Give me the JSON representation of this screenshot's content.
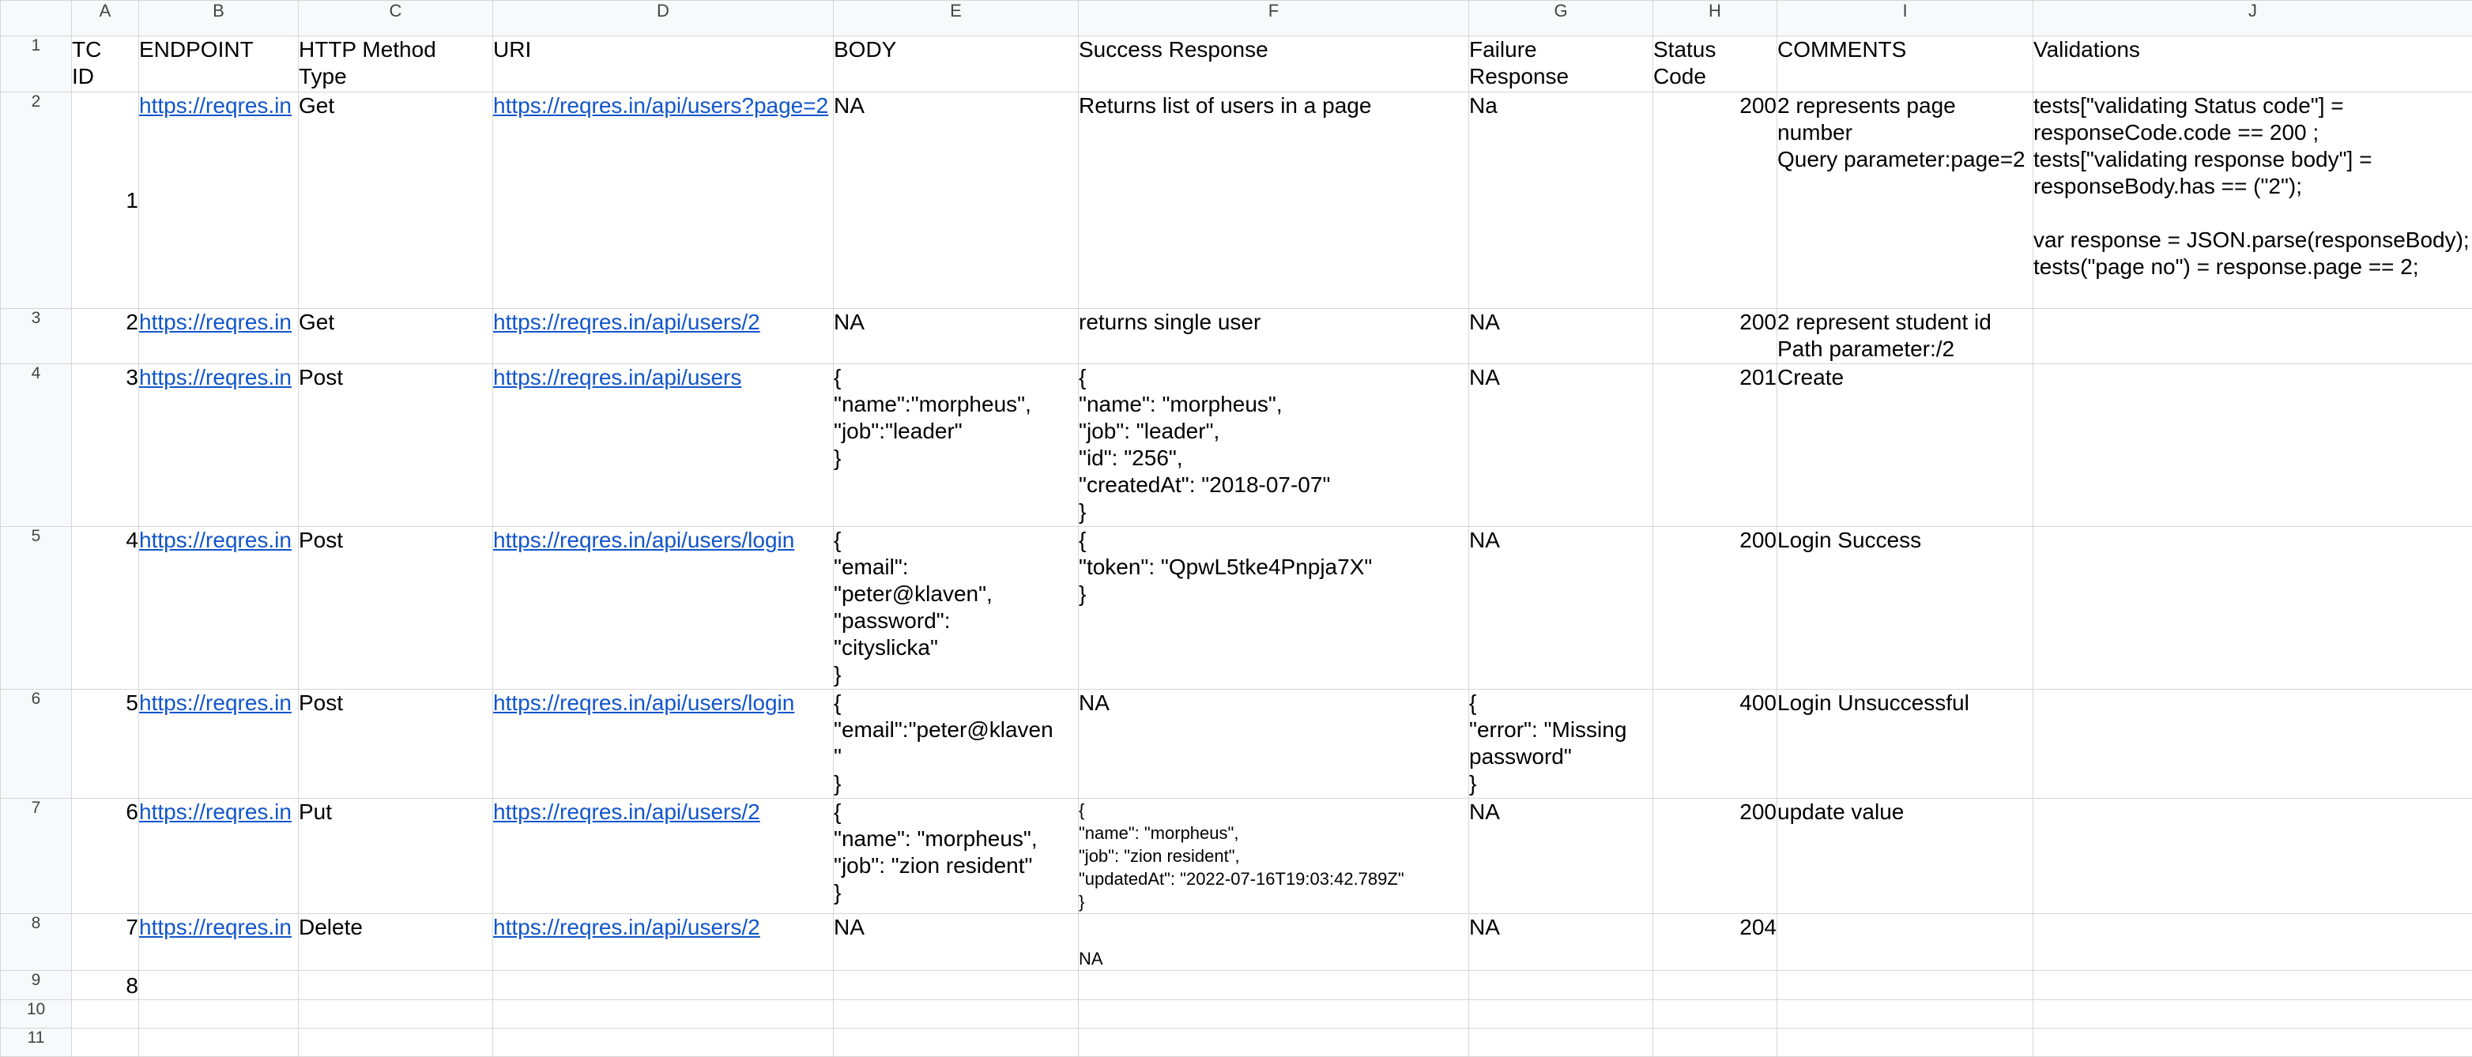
{
  "columns": [
    "A",
    "B",
    "C",
    "D",
    "E",
    "F",
    "G",
    "H",
    "I",
    "J"
  ],
  "row_numbers": [
    "1",
    "2",
    "3",
    "4",
    "5",
    "6",
    "7",
    "8",
    "9",
    "10",
    "11"
  ],
  "header": {
    "tc_id": "TC\nID",
    "endpoint": "ENDPOINT",
    "method": "HTTP Method\nType",
    "uri": "URI",
    "body": "BODY",
    "success": "Success Response",
    "failure": "Failure\nResponse",
    "status": "Status\nCode",
    "comments": "COMMENTS",
    "validations": "Validations"
  },
  "rows": [
    {
      "tc_id": "1",
      "endpoint": "https://reqres.in",
      "method": "Get",
      "uri": "https://reqres.in/api/users?page=2",
      "body": "NA",
      "success": "Returns list of users in a page",
      "failure": "Na",
      "status": "200",
      "comments": "2 represents page number\nQuery parameter:page=2",
      "validations": "tests[\"validating Status code\"] = responseCode.code == 200 ;\ntests[\"validating response body\"] = responseBody.has == (\"2\");\n\nvar response = JSON.parse(responseBody);\ntests(\"page no\") = response.page == 2;"
    },
    {
      "tc_id": "2",
      "endpoint": "https://reqres.in",
      "method": "Get",
      "uri": "https://reqres.in/api/users/2",
      "body": "NA",
      "success": "returns single user",
      "failure": "NA",
      "status": "200",
      "comments": "2 represent student id\nPath parameter:/2",
      "validations": ""
    },
    {
      "tc_id": "3",
      "endpoint": "https://reqres.in",
      "method": "Post",
      "uri": "https://reqres.in/api/users",
      "body": "{\n\"name\":\"morpheus\",\n\"job\":\"leader\"\n}",
      "success": "{\n\"name\": \"morpheus\",\n\"job\": \"leader\",\n\"id\": \"256\",\n\"createdAt\": \"2018-07-07\"\n}",
      "failure": "NA",
      "status": "201",
      "comments": "Create",
      "validations": ""
    },
    {
      "tc_id": "4",
      "endpoint": "https://reqres.in",
      "method": "Post",
      "uri": "https://reqres.in/api/users/login",
      "body": "{\n\"email\":\n\"peter@klaven\",\n\"password\":\n\"cityslicka\"\n}",
      "success": "{\n\"token\": \"QpwL5tke4Pnpja7X\"\n}",
      "failure": "NA",
      "status": "200",
      "comments": "Login Success",
      "validations": ""
    },
    {
      "tc_id": "5",
      "endpoint": "https://reqres.in",
      "method": "Post",
      "uri": "https://reqres.in/api/users/login",
      "body": "{\n\"email\":\"peter@klaven\n\"\n}",
      "success": "NA",
      "failure": "{\n\"error\": \"Missing\npassword\"\n}",
      "status": "400",
      "comments": "Login Unsuccessful",
      "validations": ""
    },
    {
      "tc_id": "6",
      "endpoint": "https://reqres.in",
      "method": "Put",
      "uri": "https://reqres.in/api/users/2",
      "body": "{\n\"name\": \"morpheus\",\n\"job\": \"zion resident\"\n}",
      "success": "{\n\"name\": \"morpheus\",\n\"job\": \"zion resident\",\n\"updatedAt\": \"2022-07-16T19:03:42.789Z\"\n}",
      "failure": "NA",
      "status": "200",
      "comments": "update value",
      "validations": ""
    },
    {
      "tc_id": "7",
      "endpoint": "https://reqres.in",
      "method": "Delete",
      "uri": "https://reqres.in/api/users/2",
      "body": "NA",
      "success": "NA",
      "failure": "NA",
      "status": "204",
      "comments": "",
      "validations": ""
    },
    {
      "tc_id": "8",
      "endpoint": "",
      "method": "",
      "uri": "",
      "body": "",
      "success": "",
      "failure": "",
      "status": "",
      "comments": "",
      "validations": ""
    }
  ],
  "colors": {
    "link": "#1155cc",
    "header_bg": "#f8f9fa",
    "gridline": "#d6d6d6"
  }
}
